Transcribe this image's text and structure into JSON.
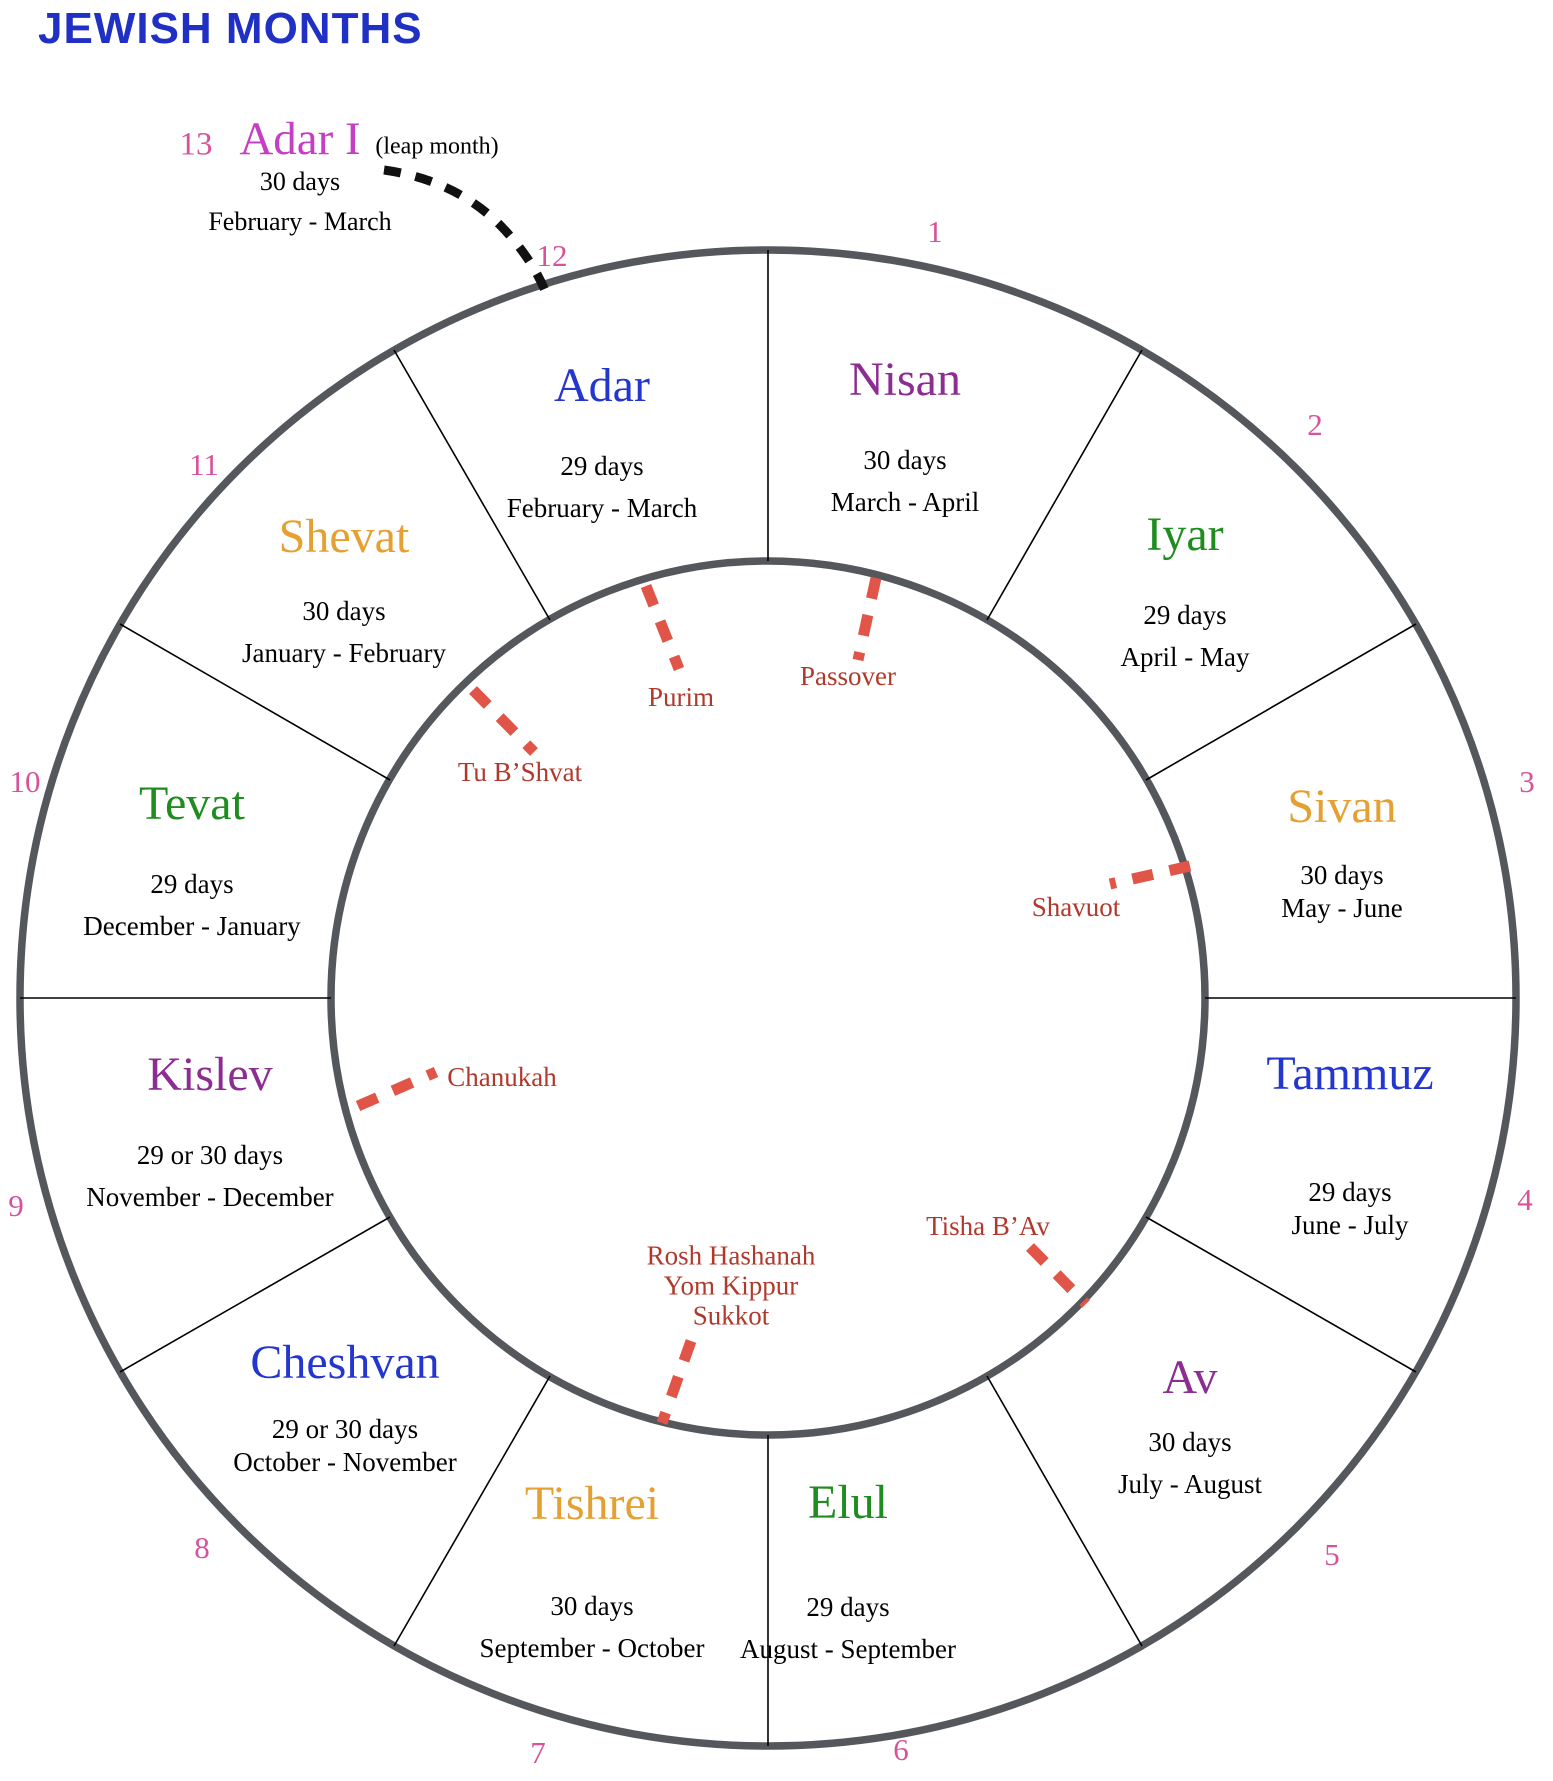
{
  "title": "JEWISH MONTHS",
  "leap_month": {
    "num": "13",
    "name": "Adar I",
    "qualifier": "(leap month)",
    "days": "30 days",
    "gregorian": "February - March"
  },
  "months": [
    {
      "num": "1",
      "name": "Nisan",
      "color": "purple",
      "days": "30 days",
      "gregorian": "March - April"
    },
    {
      "num": "2",
      "name": "Iyar",
      "color": "green",
      "days": "29 days",
      "gregorian": "April - May"
    },
    {
      "num": "3",
      "name": "Sivan",
      "color": "orange",
      "days": "30 days",
      "gregorian": "May - June"
    },
    {
      "num": "4",
      "name": "Tammuz",
      "color": "blue",
      "days": "29 days",
      "gregorian": "June - July"
    },
    {
      "num": "5",
      "name": "Av",
      "color": "purple",
      "days": "30 days",
      "gregorian": "July - August"
    },
    {
      "num": "6",
      "name": "Elul",
      "color": "green",
      "days": "29 days",
      "gregorian": "August - September"
    },
    {
      "num": "7",
      "name": "Tishrei",
      "color": "orange",
      "days": "30 days",
      "gregorian": "September - October"
    },
    {
      "num": "8",
      "name": "Cheshvan",
      "color": "blue",
      "days": "29 or 30 days",
      "gregorian": "October - November"
    },
    {
      "num": "9",
      "name": "Kislev",
      "color": "purple",
      "days": "29 or 30 days",
      "gregorian": "November - December"
    },
    {
      "num": "10",
      "name": "Tevat",
      "color": "green",
      "days": "29 days",
      "gregorian": "December - January"
    },
    {
      "num": "11",
      "name": "Shevat",
      "color": "orange",
      "days": "30 days",
      "gregorian": "January - February"
    },
    {
      "num": "12",
      "name": "Adar",
      "color": "blue",
      "days": "29 days",
      "gregorian": "February - March"
    }
  ],
  "holidays": {
    "purim": "Purim",
    "passover": "Passover",
    "tu_bshvat": "Tu B’Shvat",
    "shavuot": "Shavuot",
    "chanukah": "Chanukah",
    "tisha_bav": "Tisha B’Av",
    "fall_group": [
      "Rosh Hashanah",
      "Yom Kippur",
      "Sukkot"
    ]
  },
  "colors": {
    "title": "#2030c4",
    "blue": "#2336ce",
    "purple": "#8c2d92",
    "green": "#1e8c1e",
    "orange": "#e5a032",
    "pink": "#d6539c",
    "magenta": "#c43fc4",
    "holiday": "#b0392c",
    "dash": "#e05548",
    "ring": "#54585c",
    "pointer": "#111111"
  }
}
